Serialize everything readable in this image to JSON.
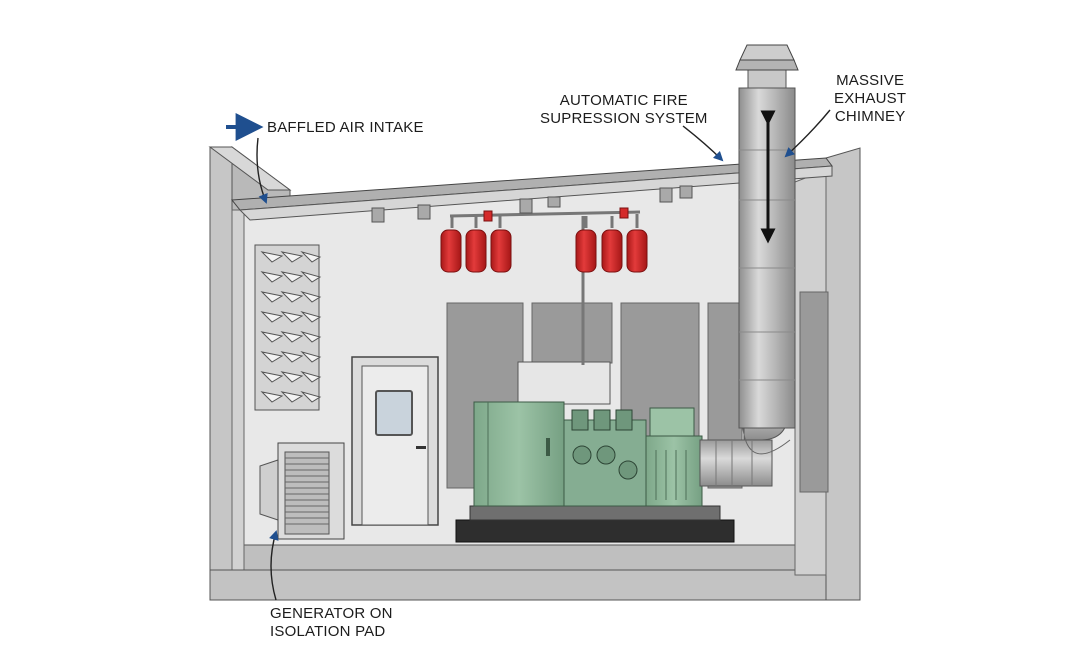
{
  "labels": {
    "air_intake": "BAFFLED AIR INTAKE",
    "fire_suppression": [
      "AUTOMATIC FIRE",
      "SUPRESSION SYSTEM"
    ],
    "chimney": [
      "MASSIVE",
      "EXHAUST",
      "CHIMNEY"
    ],
    "generator": [
      "GENERATOR ON",
      "ISOLATION PAD"
    ]
  },
  "colors": {
    "callout_arrow": "#1f4f8f",
    "fire_cylinder": "#d42a2a",
    "generator": "#8fb59a",
    "wall": "#c6c6c6",
    "interior": "#e7e7e7",
    "chimney_steel": "#b5b5b5"
  },
  "components": {
    "fire_cylinder_count": 6,
    "acoustic_panel_count": 4
  }
}
